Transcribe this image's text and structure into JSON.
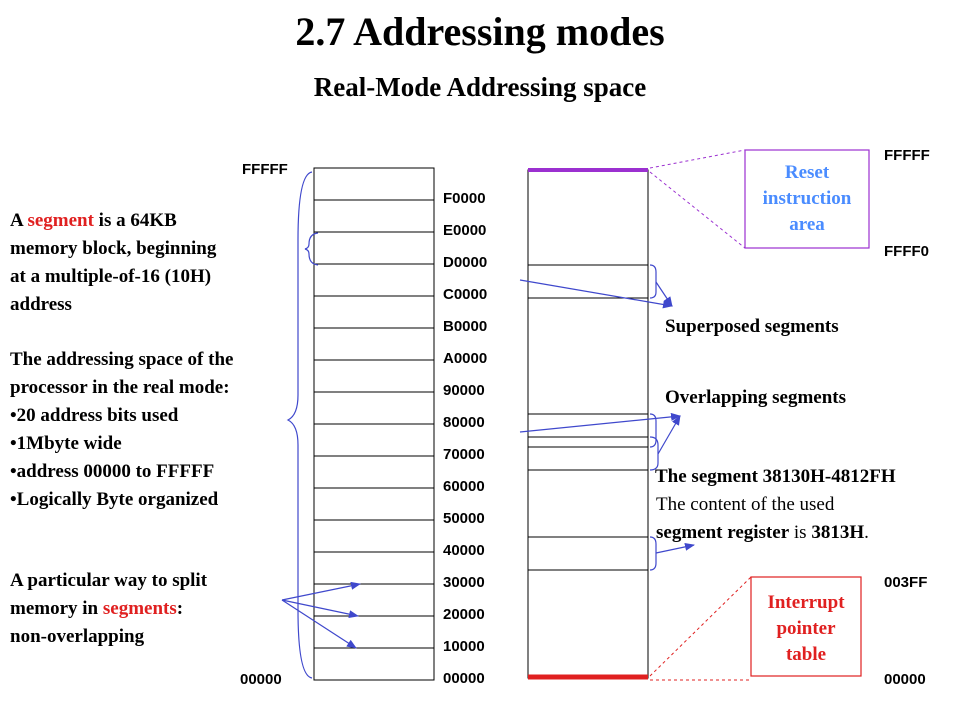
{
  "title": "2.7 Addressing modes",
  "subtitle": "Real-Mode Addressing space",
  "left_memory": {
    "top_label": "FFFFF",
    "bottom_label": "00000",
    "segment_addresses": [
      "F0000",
      "E0000",
      "D0000",
      "C0000",
      "B0000",
      "A0000",
      "90000",
      "80000",
      "70000",
      "60000",
      "50000",
      "40000",
      "30000",
      "20000",
      "10000",
      "00000"
    ]
  },
  "right_memory": {
    "top_labels": [
      "FFFFF",
      "FFFF0"
    ],
    "bottom_labels": [
      "003FF",
      "00000"
    ]
  },
  "callouts": {
    "reset": [
      "Reset",
      "instruction",
      "area"
    ],
    "interrupt": [
      "Interrupt",
      "pointer",
      "table"
    ],
    "superposed": "Superposed segments",
    "overlapping": "Overlapping segments",
    "segment_range": "The segment 38130H-4812FH",
    "content_line1": "The content of the used",
    "content_line2_bold": "segment register",
    "content_line2_plain": " is ",
    "content_line2_value": "3813H",
    "content_line2_end": "."
  },
  "definition": {
    "prefix": "A ",
    "keyword": "segment",
    "suffix": " is a 64KB",
    "lines": [
      "memory block, beginning",
      "at a multiple-of-16 (10H)",
      "address"
    ]
  },
  "space_info": {
    "lines": [
      "The addressing space of the",
      "processor in the real mode:"
    ],
    "bullets": [
      "20 address bits used",
      "1Mbyte wide",
      "address 00000 to FFFFF",
      "Logically Byte organized"
    ]
  },
  "split": {
    "line1": "A particular way to split",
    "line2_prefix": "memory in ",
    "line2_keyword": "segments",
    "line2_suffix": ":",
    "line3": "non-overlapping"
  },
  "colors": {
    "accent_red": "#e02020",
    "reset_purple": "#9b30d0",
    "arrow_blue": "#3f48cc",
    "reset_text": "#4a8cff"
  }
}
